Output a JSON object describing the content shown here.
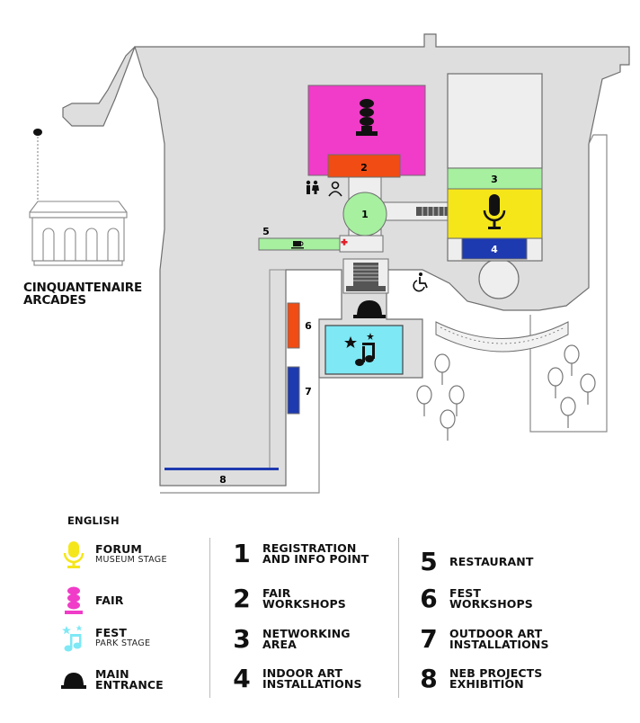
{
  "map": {
    "place_label": "CINQUANTENAIRE\nARCADES",
    "zones": [
      {
        "number": "1",
        "color": "#a6f0a0"
      },
      {
        "number": "2",
        "color": "#f04c14"
      },
      {
        "number": "3",
        "color": "#a6f0a0"
      },
      {
        "number": "4",
        "color": "#1e3ab0"
      },
      {
        "number": "5",
        "color": "#a6f0a0"
      },
      {
        "number": "6",
        "color": "#f04c14"
      },
      {
        "number": "7",
        "color": "#1e3ab0"
      },
      {
        "number": "8",
        "color": "#1e3ab0"
      }
    ],
    "colors": {
      "forum": "#f5e61a",
      "fair": "#f03cc8",
      "fest": "#7ee8f5",
      "building": "#dedede",
      "outline": "#6e6e6e"
    },
    "icons": [
      "microphone-icon",
      "fair-stack-icon",
      "fest-music-icon",
      "main-entrance-icon",
      "toilets-icon",
      "info-person-icon",
      "accessibility-icon",
      "coffee-icon",
      "first-aid-icon",
      "tree-icon"
    ]
  },
  "legend": {
    "heading": "ENGLISH",
    "categories": [
      {
        "title": "FORUM",
        "subtitle": "MUSEUM STAGE",
        "icon": "microphone-icon"
      },
      {
        "title": "FAIR",
        "subtitle": "",
        "icon": "fair-stack-icon"
      },
      {
        "title": "FEST",
        "subtitle": "PARK STAGE",
        "icon": "fest-music-icon"
      },
      {
        "title": "MAIN\nENTRANCE",
        "subtitle": "",
        "icon": "main-entrance-icon"
      }
    ],
    "numbered": [
      {
        "number": "1",
        "label": "REGISTRATION\nAND INFO POINT"
      },
      {
        "number": "2",
        "label": "FAIR\nWORKSHOPS"
      },
      {
        "number": "3",
        "label": "NETWORKING\nAREA"
      },
      {
        "number": "4",
        "label": "INDOOR ART\nINSTALLATIONS"
      },
      {
        "number": "5",
        "label": "RESTAURANT"
      },
      {
        "number": "6",
        "label": "FEST\nWORKSHOPS"
      },
      {
        "number": "7",
        "label": "OUTDOOR ART\nINSTALLATIONS"
      },
      {
        "number": "8",
        "label": "NEB PROJECTS\nEXHIBITION"
      }
    ]
  }
}
